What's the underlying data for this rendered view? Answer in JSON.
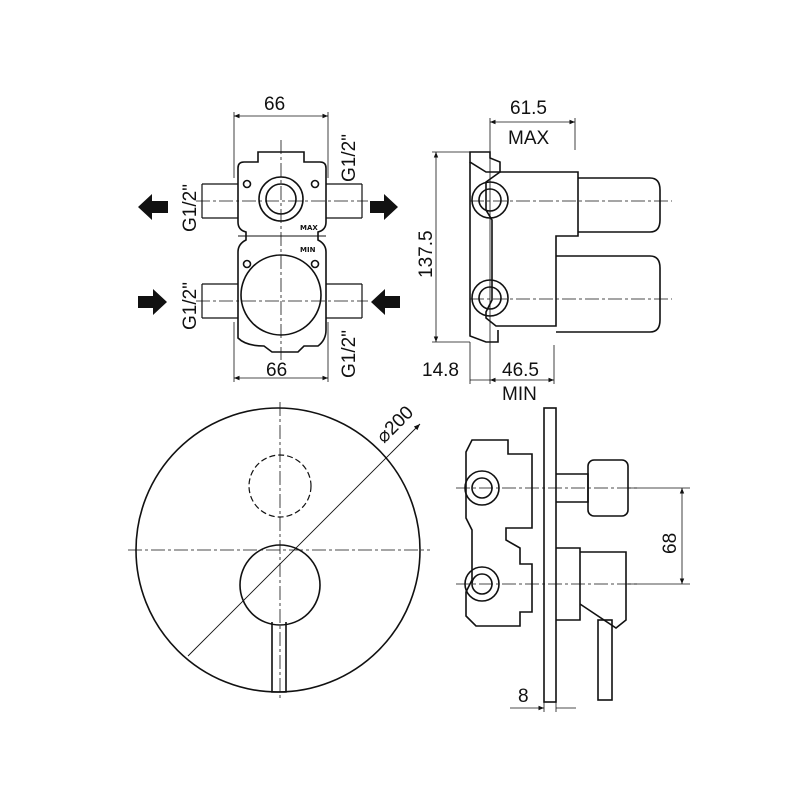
{
  "colors": {
    "line": "#111111",
    "background": "#ffffff"
  },
  "top_left_view": {
    "width_top": "66",
    "width_bottom": "66",
    "thread_upper_left": "G1/2\"",
    "thread_upper_right": "G1/2\"",
    "thread_lower_left": "G1/2\"",
    "thread_lower_right": "G1/2\"",
    "mark_max": "MAX",
    "mark_min": "MIN",
    "outlet_arrows": "arrow-out-icon",
    "inlet_arrows": "arrow-in-icon"
  },
  "top_right_view": {
    "max_depth": "61.5",
    "max_label": "MAX",
    "height": "137.5",
    "offset": "14.8",
    "min_depth": "46.5",
    "min_label": "MIN"
  },
  "bottom_left_view": {
    "diameter": "⌀200"
  },
  "bottom_right_view": {
    "spacing": "68",
    "plate_thickness": "8"
  }
}
